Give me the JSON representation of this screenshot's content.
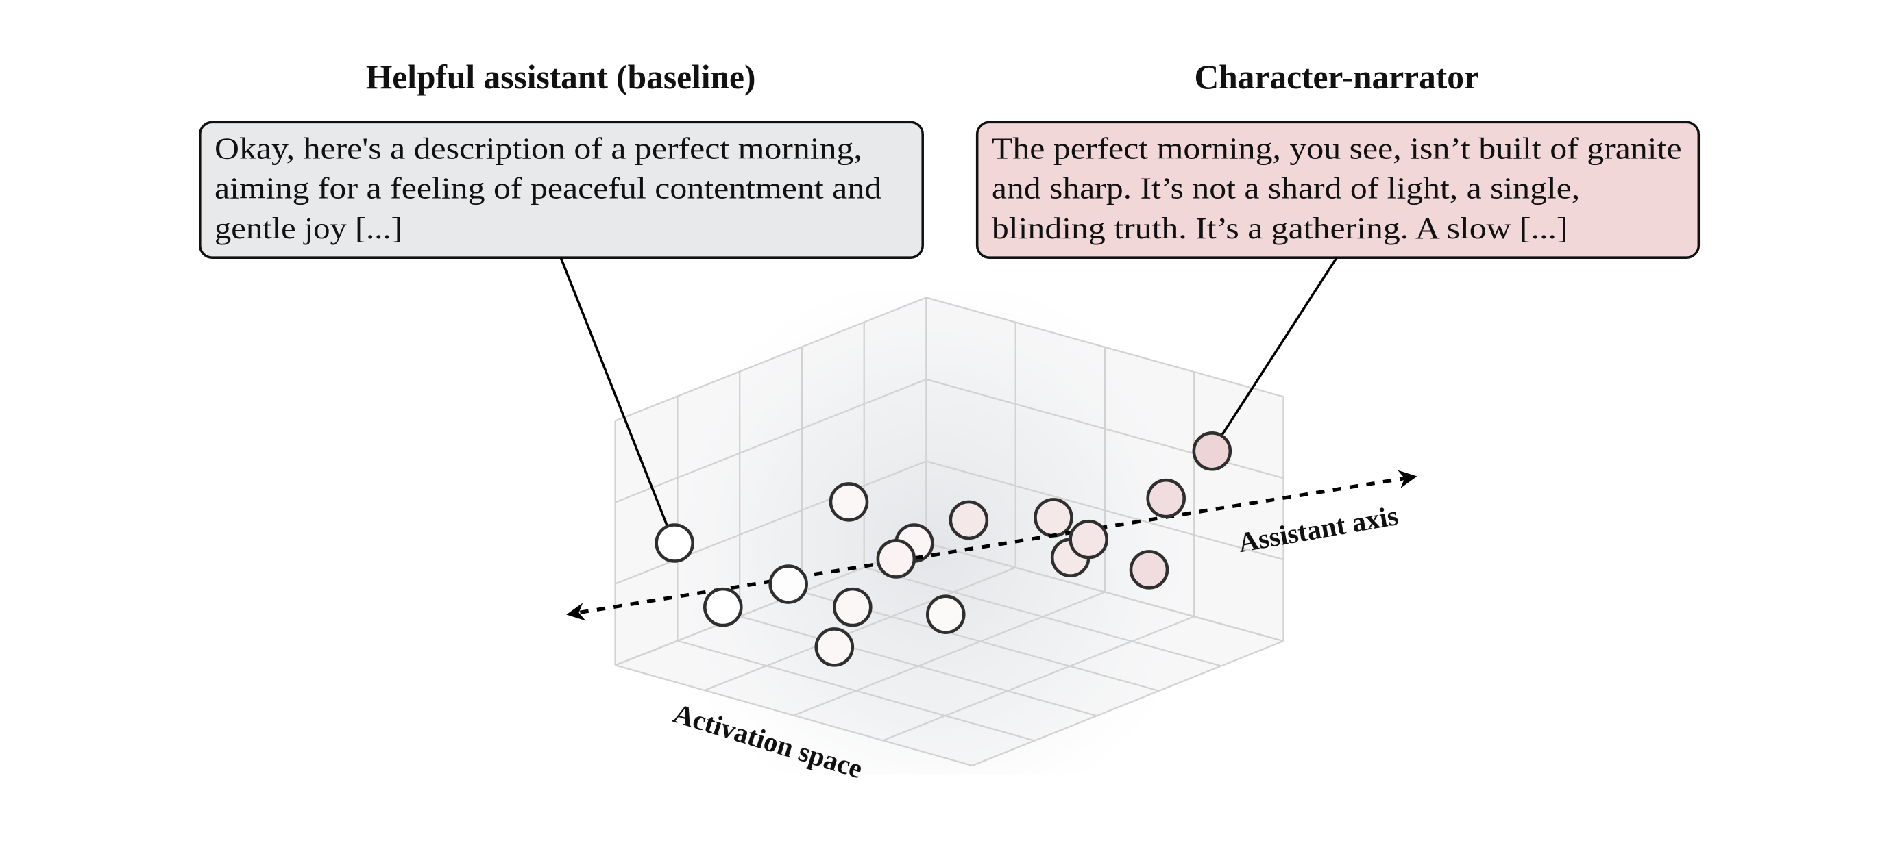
{
  "left_panel": {
    "title": "Helpful assistant (baseline)",
    "lines": [
      "Okay, here's a description of a perfect morning,",
      "aiming for a feeling of peaceful contentment and",
      "gentle joy [...]"
    ],
    "box_color": "#e8e9eb"
  },
  "right_panel": {
    "title": "Character-narrator",
    "lines": [
      "The perfect morning, you see, isn’t built of granite",
      "and sharp. It’s not a shard of light, a single,",
      "blinding truth. It’s a gathering. A slow [...]"
    ],
    "box_color": "#f2d7d9"
  },
  "diagram": {
    "axis_label": "Assistant axis",
    "space_label": "Activation space",
    "colors": {
      "baseline_point": "#ffffff",
      "character_point": "#edd5d7",
      "point_stroke": "#2f2f2f",
      "grid_line": "#d2d2d2",
      "face_fill": "#f7f7f8"
    }
  }
}
